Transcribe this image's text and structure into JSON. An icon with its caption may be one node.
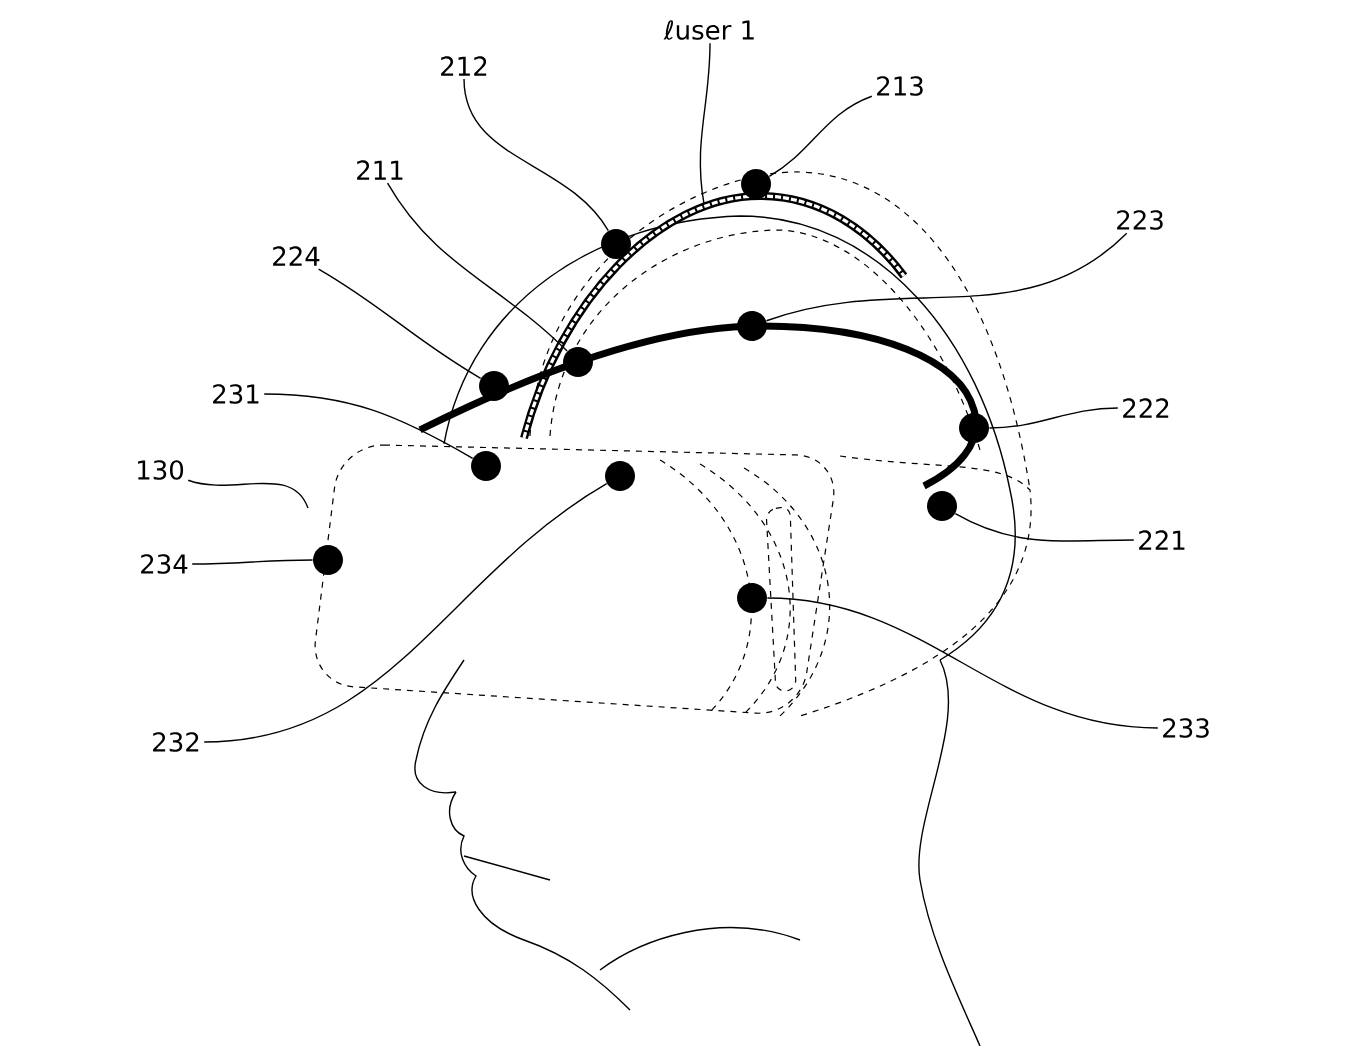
{
  "diagram": {
    "nodes": [
      {
        "text": [
          "212"
        ]
      },
      {
        "text": [
          "ℓuser 1"
        ]
      },
      {
        "text": [
          "213"
        ]
      },
      {
        "text": [
          "211"
        ]
      },
      {
        "text": [
          "223"
        ]
      },
      {
        "text": [
          "224"
        ]
      },
      {
        "text": [
          "231"
        ]
      },
      {
        "text": [
          "222"
        ]
      },
      {
        "text": [
          "130"
        ]
      },
      {
        "text": [
          "234"
        ]
      },
      {
        "text": [
          "221"
        ]
      },
      {
        "text": [
          "232"
        ]
      },
      {
        "text": [
          "233"
        ]
      },
      {
        "text": [],
        "shape": "circle"
      },
      {
        "text": [],
        "shape": "circle"
      },
      {
        "text": [],
        "shape": "circle"
      },
      {
        "text": [],
        "shape": "circle"
      },
      {
        "text": [],
        "shape": "circle"
      },
      {
        "text": [],
        "shape": "circle"
      },
      {
        "text": [],
        "shape": "circle"
      },
      {
        "text": [],
        "shape": "circle"
      },
      {
        "text": [],
        "shape": "circle"
      },
      {
        "text": [],
        "shape": "circle"
      },
      {
        "text": [],
        "shape": "circle"
      }
    ],
    "edges": [
      {
        "from": 0,
        "to": 14,
        "arrow": "none"
      },
      {
        "from": 1,
        "to": null,
        "arrow": "none"
      },
      {
        "from": 2,
        "to": 13,
        "arrow": "none"
      },
      {
        "from": 3,
        "to": 16,
        "arrow": "none"
      },
      {
        "from": 4,
        "to": 17,
        "arrow": "none"
      },
      {
        "from": 5,
        "to": 15,
        "arrow": "none"
      },
      {
        "from": 6,
        "to": 18,
        "arrow": "none"
      },
      {
        "from": 7,
        "to": 19,
        "arrow": "none"
      },
      {
        "from": 8,
        "to": null,
        "arrow": "none"
      },
      {
        "from": 9,
        "to": 21,
        "arrow": "none"
      },
      {
        "from": 10,
        "to": 20,
        "arrow": "none"
      },
      {
        "from": 11,
        "to": 22,
        "arrow": "none"
      },
      {
        "from": 12,
        "to": 23,
        "arrow": "none"
      }
    ]
  }
}
